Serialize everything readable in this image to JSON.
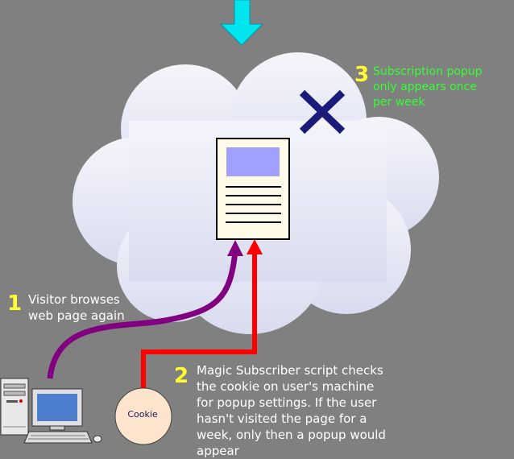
{
  "colors": {
    "background": "#808080",
    "cloud": "#e6e8f6",
    "down_arrow": "#00e5ee",
    "x_mark": "#1a1a7a",
    "visitor_arrow": "#800080",
    "cookie_arrow": "#ff0000",
    "step_number": "#ffff33",
    "step3_text": "#33ff33",
    "cookie": "#fde4cc"
  },
  "steps": {
    "one": {
      "number": "1",
      "lines": [
        "Visitor browses",
        "web page again"
      ]
    },
    "two": {
      "number": "2",
      "lines": [
        "Magic Subscriber script checks",
        "the cookie on user's machine",
        "for popup settings. If the user",
        "hasn't visited the page for a",
        "week, only then a popup would",
        "appear"
      ]
    },
    "three": {
      "number": "3",
      "lines": [
        "Subscription popup",
        "only appears once",
        "per week"
      ]
    }
  },
  "cookie": {
    "label": "Cookie"
  },
  "icons": [
    "down-arrow-icon",
    "close-x-icon",
    "web-page-icon",
    "computer-icon",
    "cookie-icon"
  ]
}
